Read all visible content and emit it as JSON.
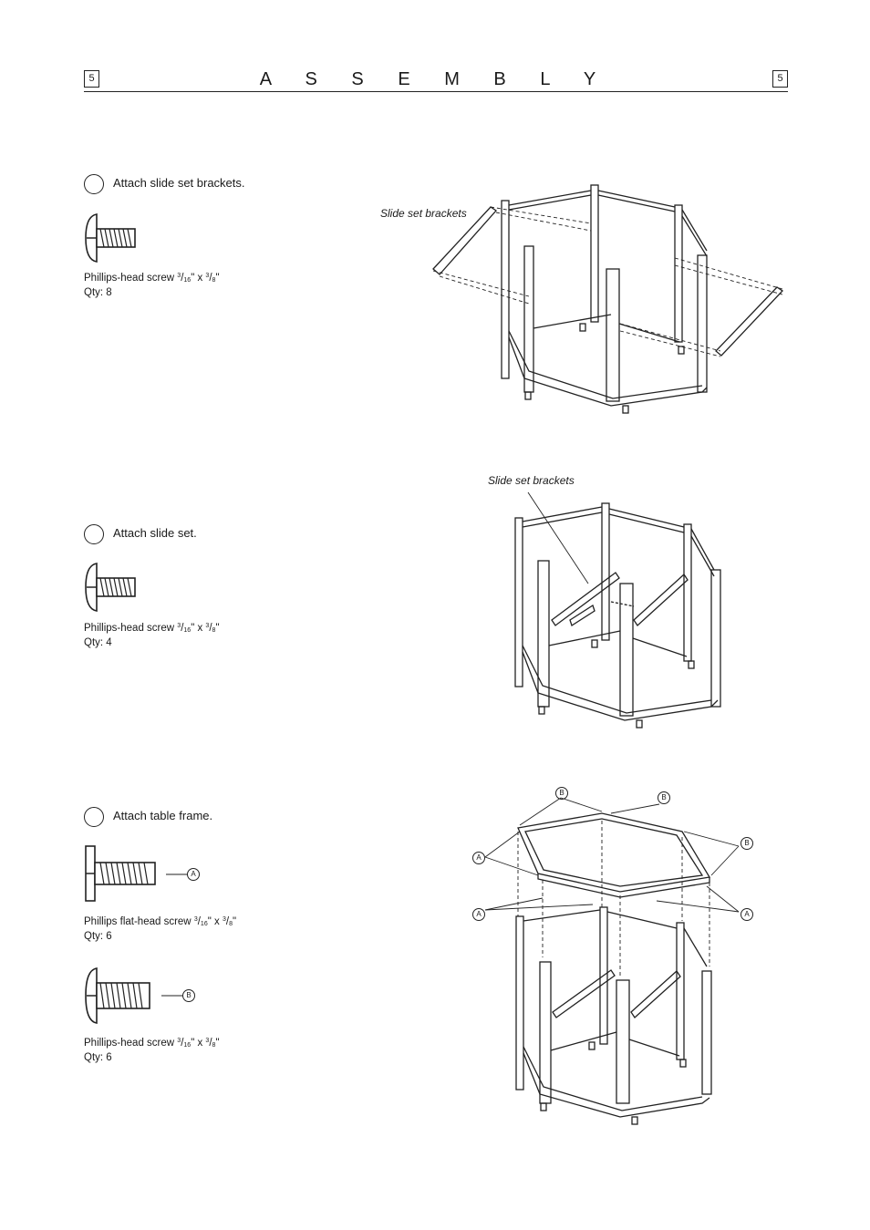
{
  "header": {
    "page_left": "5",
    "page_right": "5",
    "title": "A S S E M B L Y"
  },
  "steps": [
    {
      "label": "Attach slide set brackets.",
      "screw_name": "Phillips-head screw",
      "qty": "Qty: 8",
      "diagram_label": "Slide set brackets"
    },
    {
      "label": "Attach slide set.",
      "screw_name": "Phillips-head screw",
      "qty": "Qty: 4",
      "diagram_label": "Slide set brackets"
    },
    {
      "label": "Attach table frame.",
      "screw_a_name": "Phillips flat-head screw",
      "screw_a_qty": "Qty: 6",
      "screw_b_name": "Phillips-head screw",
      "screw_b_qty": "Qty: 6",
      "callout_a": "A",
      "callout_b": "B"
    }
  ],
  "dimensions": {
    "num1": "3",
    "den1": "16",
    "num2": "3",
    "den2": "8",
    "x": "x"
  }
}
